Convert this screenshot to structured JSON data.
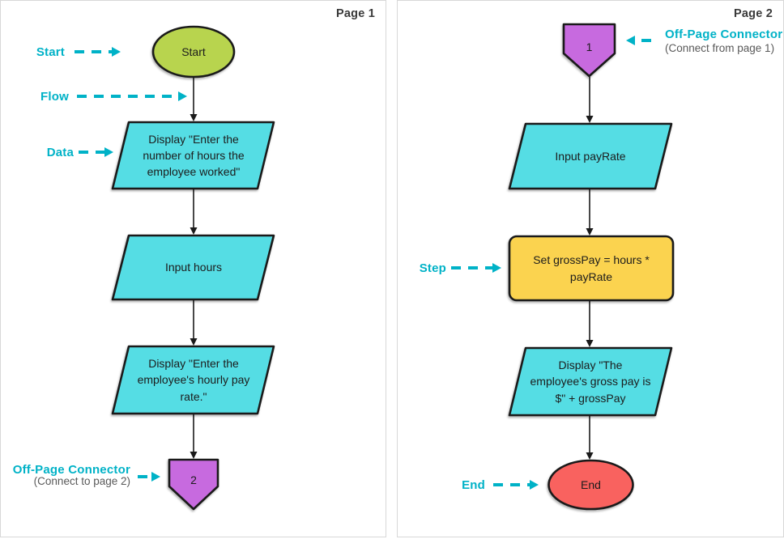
{
  "page1": {
    "title": "Page 1",
    "nodes": {
      "start": "Start",
      "display_hours": "Display \"Enter the\nnumber of hours the\nemployee worked\"",
      "input_hours": "Input hours",
      "display_rate": "Display \"Enter the\nemployee's hourly pay\nrate.\"",
      "offpage": "2"
    },
    "annotations": {
      "start": "Start",
      "flow": "Flow",
      "data": "Data",
      "offpage_title": "Off-Page Connector",
      "offpage_sub": "(Connect to page 2)"
    }
  },
  "page2": {
    "title": "Page 2",
    "nodes": {
      "offpage": "1",
      "input_payrate": "Input payRate",
      "step": "Set grossPay = hours *\npayRate",
      "display_gross": "Display \"The\nemployee's gross pay is\n$\" + grossPay",
      "end": "End"
    },
    "annotations": {
      "offpage_title": "Off-Page Connector",
      "offpage_sub": "(Connect from page 1)",
      "step": "Step",
      "end": "End"
    }
  },
  "colors": {
    "terminal_start_fill": "#B8D44E",
    "data_fill": "#55DDE4",
    "offpage_fill": "#C76ADF",
    "step_fill": "#FBD34F",
    "terminal_end_fill": "#F9625F",
    "shape_stroke": "#1A1A1A",
    "annotation_accent": "#00B2C7",
    "annotation_subtext": "#595959",
    "page_title_text": "#3A3A3A",
    "panel_border": "#D8D8D8"
  }
}
